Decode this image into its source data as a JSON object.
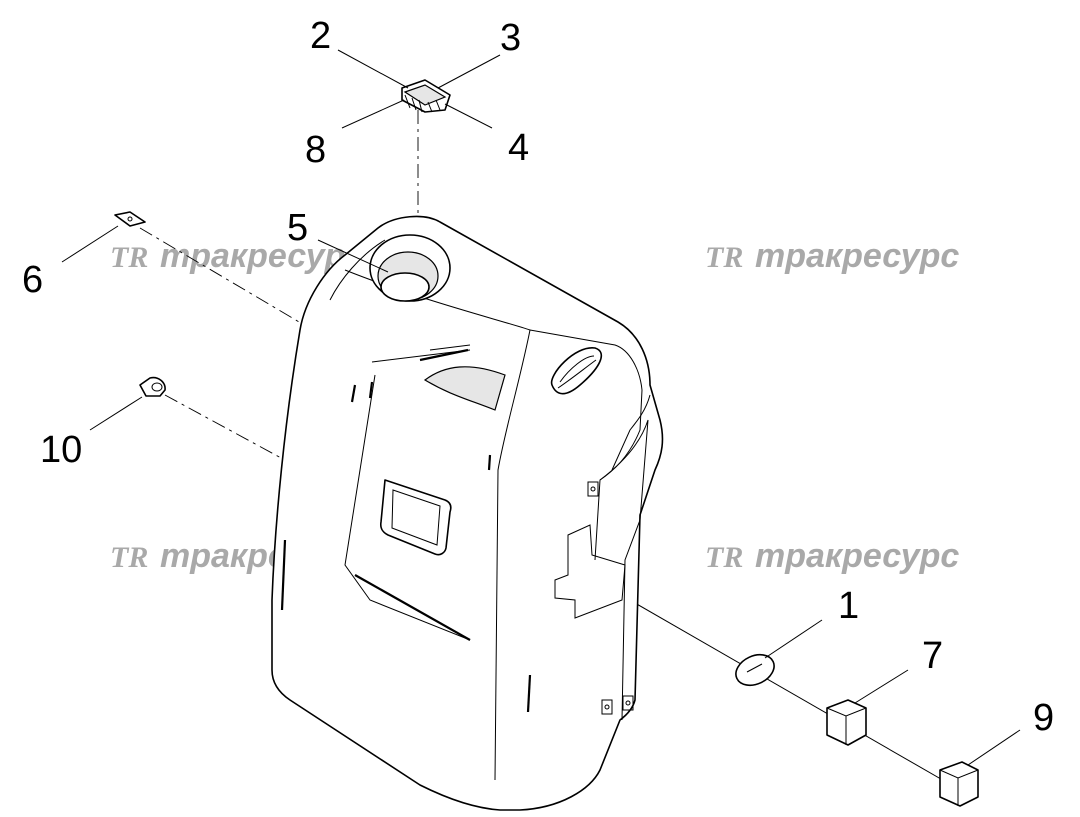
{
  "diagram": {
    "callouts": [
      "1",
      "2",
      "3",
      "4",
      "5",
      "6",
      "7",
      "8",
      "9",
      "10"
    ]
  },
  "watermark": {
    "logo": "TR",
    "text": "тракресурс"
  }
}
